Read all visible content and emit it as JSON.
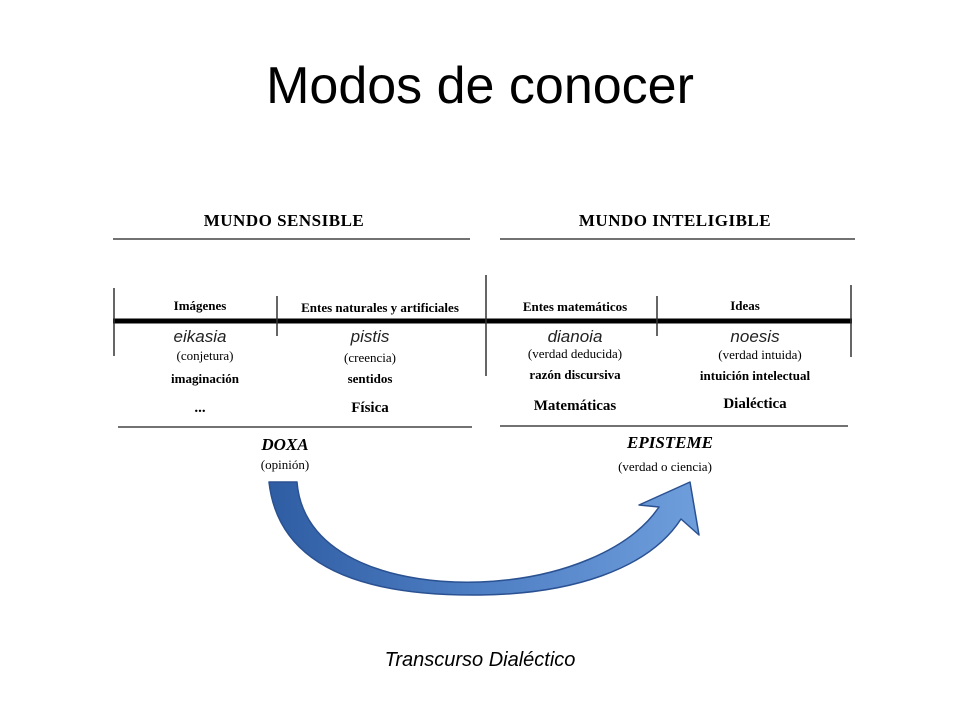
{
  "title": "Modos de conocer",
  "sensible": {
    "heading": "MUNDO SENSIBLE",
    "left": {
      "object": "Imágenes",
      "mode": "eikasia",
      "gloss": "(conjetura)",
      "faculty": "imaginación",
      "domain": "..."
    },
    "right": {
      "object": "Entes naturales y artificiales",
      "mode": "pistis",
      "gloss": "(creencia)",
      "faculty": "sentidos",
      "domain": "Física"
    },
    "grade": "DOXA",
    "grade_gloss": "(opinión)"
  },
  "inteligible": {
    "heading": "MUNDO INTELIGIBLE",
    "left": {
      "object": "Entes matemáticos",
      "mode": "dianoia",
      "gloss": "(verdad deducida)",
      "faculty": "razón discursiva",
      "domain": "Matemáticas"
    },
    "right": {
      "object": "Ideas",
      "mode": "noesis",
      "gloss": "(verdad intuida)",
      "faculty": "intuición intelectual",
      "domain": "Dialéctica"
    },
    "grade": "EPISTEME",
    "grade_gloss": "(verdad o ciencia)"
  },
  "caption": "Transcurso Dialéctico",
  "colors": {
    "arrow_fill": "#4f7fc4",
    "arrow_dark": "#2a5191",
    "arrow_light": "#7aa6e0"
  }
}
